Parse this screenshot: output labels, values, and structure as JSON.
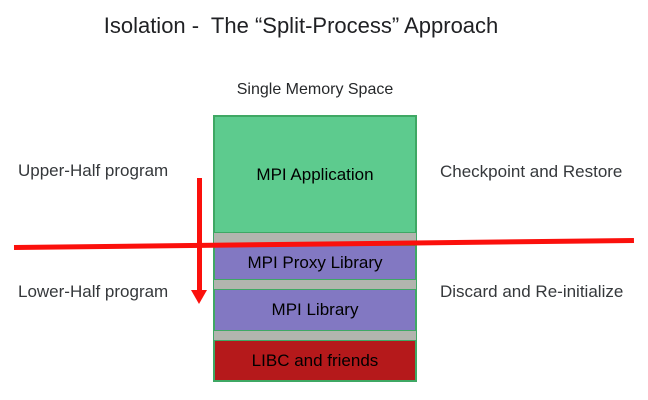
{
  "title": "Isolation -  The “Split-Process” Approach",
  "memory_space_label": "Single Memory Space",
  "annotations": {
    "upper_left": "Upper-Half program",
    "lower_left": "Lower-Half program",
    "upper_right": "Checkpoint and Restore",
    "lower_right": "Discard and Re-initialize"
  },
  "stack": {
    "blocks": [
      {
        "id": "mpi-application",
        "label": "MPI Application",
        "color": "#5dcb8e"
      },
      {
        "id": "mpi-proxy-library",
        "label": "MPI Proxy Library",
        "color": "#8278c2"
      },
      {
        "id": "mpi-library",
        "label": "MPI Library",
        "color": "#8278c2"
      },
      {
        "id": "libc-and-friends",
        "label": "LIBC and friends",
        "color": "#b5191b"
      }
    ],
    "separator_color": "#b2b5ae",
    "border_color": "#3fa864"
  },
  "colors": {
    "split_line_red": "#fb100c",
    "title_text": "#202124",
    "label_text": "#35383b",
    "block_text": "#000000",
    "background": "#ffffff"
  }
}
